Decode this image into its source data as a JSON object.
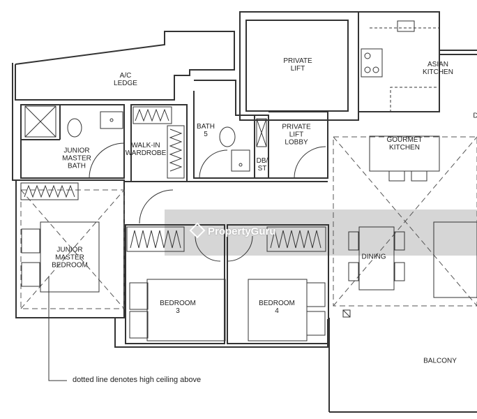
{
  "rooms": {
    "ac_ledge": "A/C\nLEDGE",
    "private_lift": "PRIVATE\nLIFT",
    "asian_kitchen": "ASIAN\nKITCHEN",
    "bath5": "BATH\n5",
    "private_lift_lobby": "PRIVATE\nLIFT\nLOBBY",
    "db_st": "DB/\nST",
    "gourmet_kitchen": "GOURMET\nKITCHEN",
    "junior_master_bath": "JUNIOR\nMASTER\nBATH",
    "walk_in_wardrobe": "WALK-IN\nWARDROBE",
    "junior_master_bedroom": "JUNIOR\nMASTER\nBEDROOM",
    "bedroom3": "BEDROOM\n3",
    "bedroom4": "BEDROOM\n4",
    "dining": "DINING",
    "balcony": "BALCONY",
    "edge_letter": "D"
  },
  "note": "dotted line denotes high ceiling above",
  "watermark": "PropertyGuru",
  "colors": {
    "walls": "#333333",
    "banner": "#c8c8c8",
    "watermark_text": "#ffffff"
  }
}
